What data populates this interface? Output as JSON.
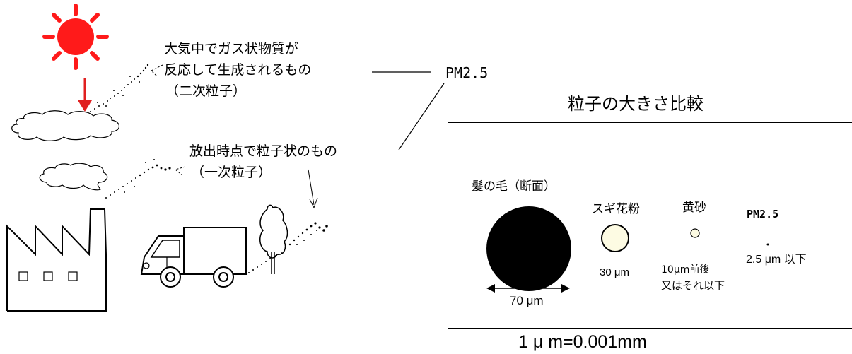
{
  "source": {
    "secondary_line1": "大気中でガス状物質が",
    "secondary_line2": "反応して生成されるもの",
    "secondary_line3": "（二次粒子）",
    "primary_line1": "放出時点で粒子状のもの",
    "primary_line2": "（一次粒子）",
    "target_label": "PM2.5"
  },
  "comparison": {
    "title": "粒子の大きさ比較",
    "hair": {
      "label": "髪の毛（断面）",
      "size": "70 μm",
      "diameter_um": 70,
      "color": "#000000"
    },
    "pollen": {
      "label": "スギ花粉",
      "size": "30 μm",
      "diameter_um": 30,
      "color": "#fdfbe3"
    },
    "sand": {
      "label": "黄砂",
      "size_line1": "10μm前後",
      "size_line2": "又はそれ以下",
      "diameter_um": 10,
      "color": "#fdfbe3"
    },
    "pm25": {
      "label": "PM2.5",
      "size": "2.5 μm 以下",
      "diameter_um": 2.5
    },
    "footnote": "1 μ m=0.001mm"
  },
  "colors": {
    "sun": "#ff1a1a",
    "arrow": "#e02020",
    "ink": "#000000"
  },
  "icons": [
    "sun-icon",
    "cloud-icon",
    "factory-icon",
    "truck-icon",
    "tree-icon"
  ]
}
